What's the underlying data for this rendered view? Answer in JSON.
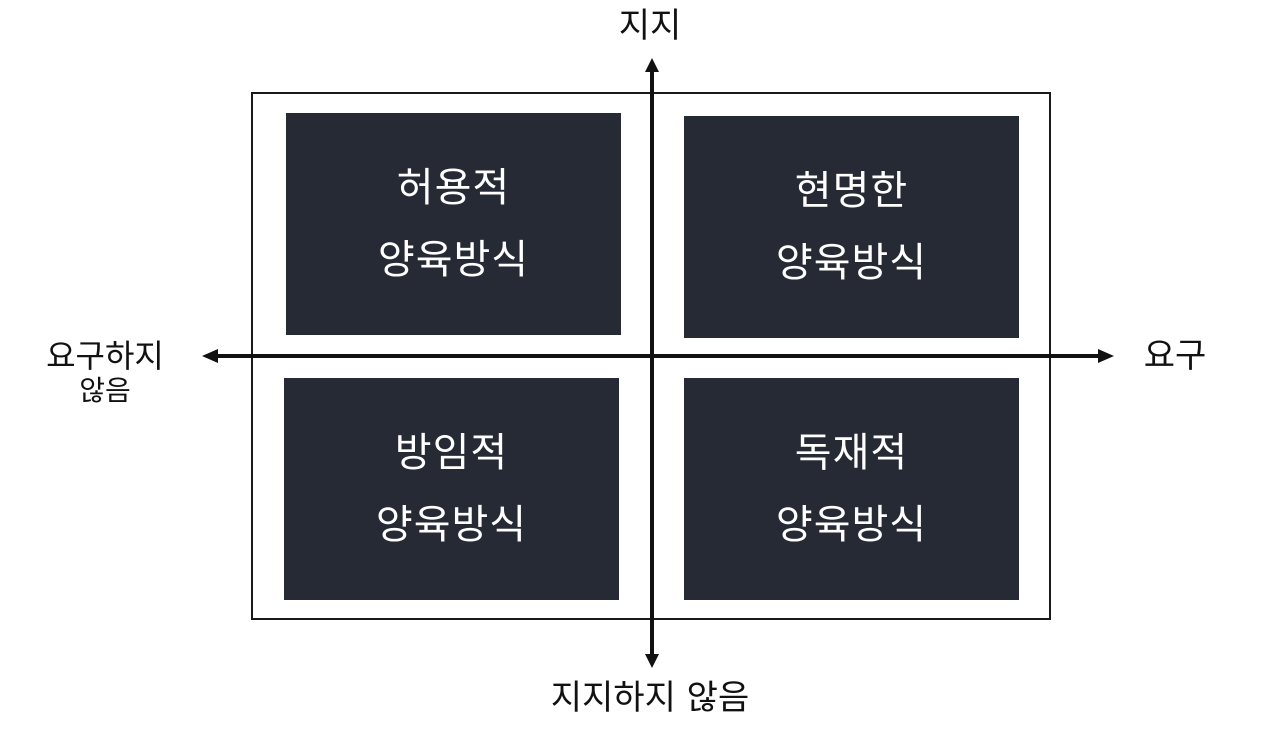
{
  "axes": {
    "top": "지지",
    "bottom": "지지하지 않음",
    "right": "요구",
    "left_line1": "요구하지",
    "left_line2": "않음"
  },
  "quadrants": {
    "top_left": {
      "line1": "허용적",
      "line2": "양육방식"
    },
    "top_right": {
      "line1": "현명한",
      "line2": "양육방식"
    },
    "bottom_left": {
      "line1": "방임적",
      "line2": "양육방식"
    },
    "bottom_right": {
      "line1": "독재적",
      "line2": "양육방식"
    }
  },
  "colors": {
    "quadrant_fill": "#252a34",
    "quadrant_text": "#ffffff",
    "axis": "#111111"
  }
}
